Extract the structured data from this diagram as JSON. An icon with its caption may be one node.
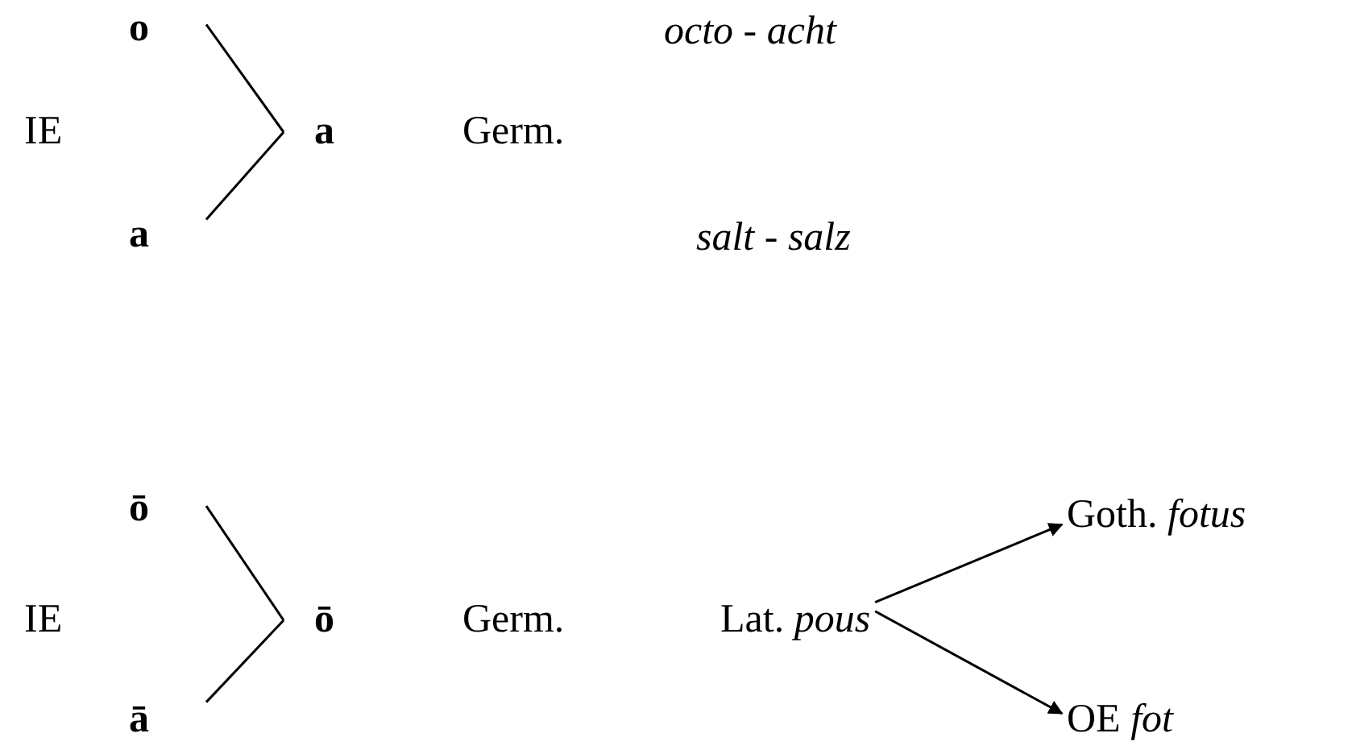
{
  "diagram": {
    "nodes": [
      {
        "text": [
          "o"
        ]
      },
      {
        "text": [
          "a"
        ]
      },
      {
        "text": [
          "a"
        ]
      },
      {
        "text": [
          "ō"
        ]
      },
      {
        "text": [
          "ā"
        ]
      },
      {
        "text": [
          "ō"
        ]
      },
      {
        "text": [
          "Lat. *pous*"
        ]
      },
      {
        "text": [
          "Goth. *fotus*"
        ]
      },
      {
        "text": [
          "OE *fot*"
        ]
      }
    ],
    "edges": [
      {
        "from": 0,
        "to": 2,
        "arrow": "none"
      },
      {
        "from": 1,
        "to": 2,
        "arrow": "none"
      },
      {
        "from": 3,
        "to": 5,
        "arrow": "none"
      },
      {
        "from": 4,
        "to": 5,
        "arrow": "none"
      },
      {
        "from": 6,
        "to": 7,
        "arrow": "to"
      },
      {
        "from": 6,
        "to": 8,
        "arrow": "to"
      }
    ],
    "labels": [
      "IE",
      "*octo* - *acht*",
      "Germ.",
      "*salt* - *salz*",
      "IE",
      "Germ."
    ]
  }
}
